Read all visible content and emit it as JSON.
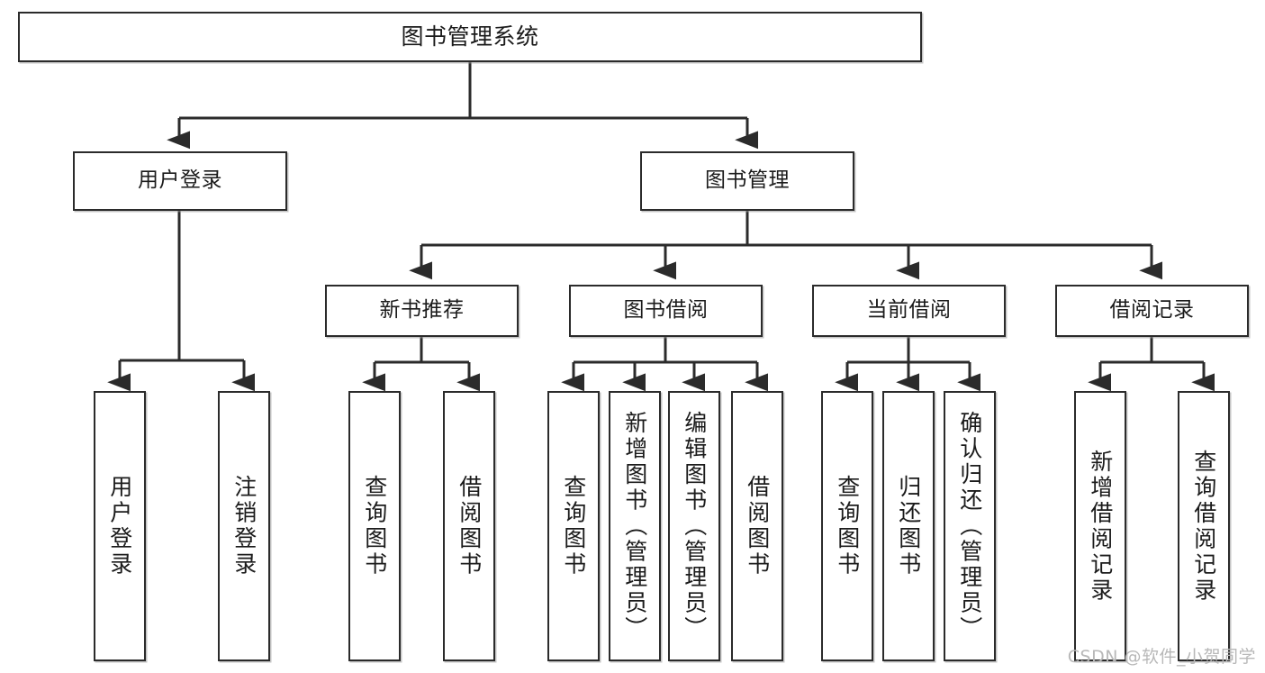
{
  "diagram": {
    "title": "图书管理系统",
    "type": "hierarchy-tree",
    "colors": {
      "box_stroke": "#2b2b2b",
      "box_fill": "#ffffff",
      "connector": "#2b2b2b",
      "text": "#1b1b1b",
      "watermark": "#b8b8b8"
    },
    "root": {
      "id": "root",
      "label": "图书管理系统"
    },
    "level2": [
      {
        "id": "user-login",
        "label": "用户登录"
      },
      {
        "id": "book-manage",
        "label": "图书管理"
      }
    ],
    "level3": [
      {
        "id": "new-book-recommend",
        "label": "新书推荐",
        "parent": "book-manage"
      },
      {
        "id": "book-borrow",
        "label": "图书借阅",
        "parent": "book-manage"
      },
      {
        "id": "current-borrow",
        "label": "当前借阅",
        "parent": "book-manage"
      },
      {
        "id": "borrow-record",
        "label": "借阅记录",
        "parent": "book-manage"
      }
    ],
    "leaves": [
      {
        "id": "leaf-user-login",
        "label": "用户登录",
        "parent": "user-login"
      },
      {
        "id": "leaf-logout",
        "label": "注销登录",
        "parent": "user-login"
      },
      {
        "id": "leaf-query-book-1",
        "label": "查询图书",
        "parent": "new-book-recommend"
      },
      {
        "id": "leaf-borrow-book-1",
        "label": "借阅图书",
        "parent": "new-book-recommend"
      },
      {
        "id": "leaf-query-book-2",
        "label": "查询图书",
        "parent": "book-borrow"
      },
      {
        "id": "leaf-add-book",
        "label": "新增图书（管理员）",
        "parent": "book-borrow"
      },
      {
        "id": "leaf-edit-book",
        "label": "编辑图书（管理员）",
        "parent": "book-borrow"
      },
      {
        "id": "leaf-borrow-book-2",
        "label": "借阅图书",
        "parent": "book-borrow"
      },
      {
        "id": "leaf-query-book-3",
        "label": "查询图书",
        "parent": "current-borrow"
      },
      {
        "id": "leaf-return-book",
        "label": "归还图书",
        "parent": "current-borrow"
      },
      {
        "id": "leaf-confirm-return",
        "label": "确认归还（管理员）",
        "parent": "current-borrow"
      },
      {
        "id": "leaf-add-record",
        "label": "新增借阅记录",
        "parent": "borrow-record"
      },
      {
        "id": "leaf-query-record",
        "label": "查询借阅记录",
        "parent": "borrow-record"
      }
    ]
  },
  "watermark": "CSDN @软件_小贺同学"
}
